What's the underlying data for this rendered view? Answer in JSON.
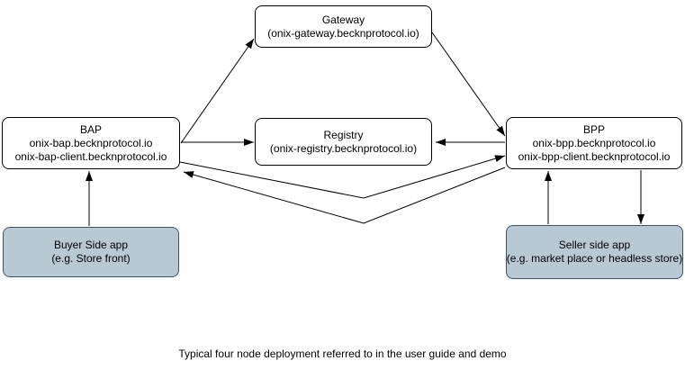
{
  "diagram": {
    "caption": "Typical four node deployment referred to in the user guide and demo",
    "nodes": {
      "gateway": {
        "lines": [
          "Gateway",
          "(onix-gateway.becknprotocol.io)"
        ]
      },
      "bap": {
        "lines": [
          "BAP",
          "onix-bap.becknprotocol.io",
          "onix-bap-client.becknprotocol.io"
        ]
      },
      "registry": {
        "lines": [
          "Registry",
          "(onix-registry.becknprotocol.io)"
        ]
      },
      "bpp": {
        "lines": [
          "BPP",
          "onix-bpp.becknprotocol.io",
          "onix-bpp-client.becknprotocol.io"
        ]
      },
      "buyer_app": {
        "lines": [
          "Buyer Side app",
          "(e.g. Store front)"
        ]
      },
      "seller_app": {
        "lines": [
          "Seller side app",
          "(e.g. market place or headless store)"
        ]
      }
    },
    "edges": [
      {
        "from": "bap",
        "to": "gateway"
      },
      {
        "from": "gateway",
        "to": "bpp"
      },
      {
        "from": "bap",
        "to": "registry"
      },
      {
        "from": "bpp",
        "to": "registry"
      },
      {
        "from": "bap",
        "to": "bpp"
      },
      {
        "from": "bpp",
        "to": "bap"
      },
      {
        "from": "buyer_app",
        "to": "bap"
      },
      {
        "from": "seller_app",
        "to": "bpp"
      },
      {
        "from": "bpp",
        "to": "seller_app"
      }
    ],
    "colors": {
      "background": "#ffffff",
      "node_fill": "#ffffff",
      "node_border": "#000000",
      "app_fill": "#b9c9d4",
      "app_border": "#3e5366",
      "connector": "#000000",
      "text": "#000000"
    }
  }
}
